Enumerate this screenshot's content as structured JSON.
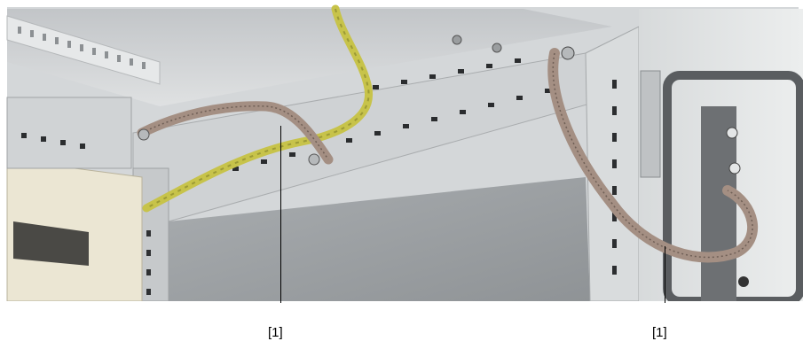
{
  "figure": {
    "callouts": [
      {
        "label": "[1]",
        "target": "grounding-strap-left"
      },
      {
        "label": "[1]",
        "target": "grounding-strap-right"
      }
    ]
  },
  "colors": {
    "cabinet_frame": "#c9ccce",
    "back_panel": "#9fa3a6",
    "ground_cable": "#c7c34a",
    "braided_strap": "#a48f83",
    "outline": "#000000",
    "background": "#ffffff"
  }
}
